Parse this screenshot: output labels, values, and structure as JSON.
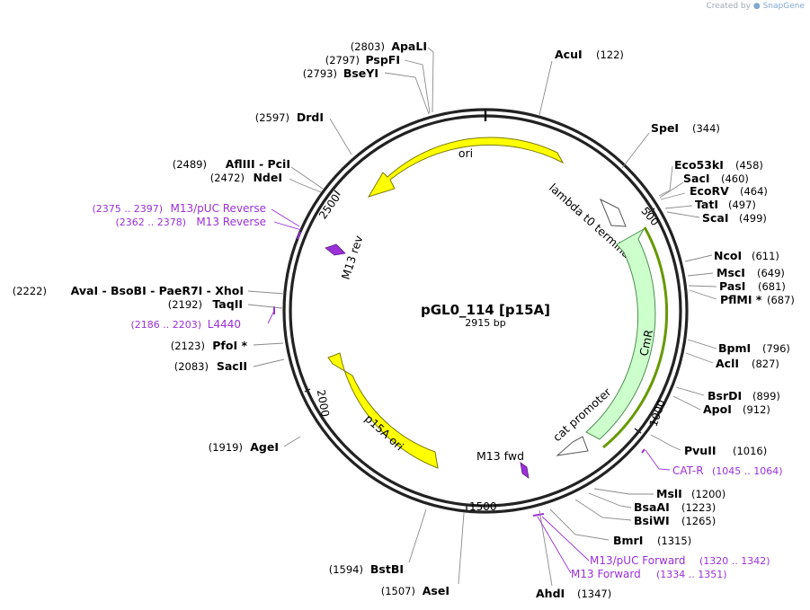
{
  "credit": {
    "prefix": "Created by",
    "brand": "SnapGene"
  },
  "plasmid": {
    "name": "pGL0_114 [p15A]",
    "length": "2915 bp"
  },
  "ticks": [
    "500",
    "1000",
    "1500",
    "2000",
    "2500"
  ],
  "features": {
    "ori": "ori",
    "lambda": "lambda t0 terminator",
    "cmr": "CmR",
    "catpromoter": "cat promoter",
    "p15a": "p15A ori",
    "m13fwd": "M13 fwd",
    "m13rev": "M13 rev"
  },
  "enzymes": [
    {
      "name": "AcuI",
      "pos": "(122)"
    },
    {
      "name": "SpeI",
      "pos": "(344)"
    },
    {
      "name": "Eco53kI",
      "pos": "(458)"
    },
    {
      "name": "SacI",
      "pos": "(460)"
    },
    {
      "name": "EcoRV",
      "pos": "(464)"
    },
    {
      "name": "TatI",
      "pos": "(497)"
    },
    {
      "name": "ScaI",
      "pos": "(499)"
    },
    {
      "name": "NcoI",
      "pos": "(611)"
    },
    {
      "name": "MscI",
      "pos": "(649)"
    },
    {
      "name": "PasI",
      "pos": "(681)"
    },
    {
      "name": "PflMI *",
      "pos": "(687)"
    },
    {
      "name": "BpmI",
      "pos": "(796)"
    },
    {
      "name": "AclI",
      "pos": "(827)"
    },
    {
      "name": "BsrDI",
      "pos": "(899)"
    },
    {
      "name": "ApoI",
      "pos": "(912)"
    },
    {
      "name": "PvuII",
      "pos": "(1016)"
    },
    {
      "name": "MslI",
      "pos": "(1200)"
    },
    {
      "name": "BsaAI",
      "pos": "(1223)"
    },
    {
      "name": "BsiWI",
      "pos": "(1265)"
    },
    {
      "name": "BmrI",
      "pos": "(1315)"
    },
    {
      "name": "AhdI",
      "pos": "(1347)"
    },
    {
      "name": "AseI",
      "pos": "(1507)"
    },
    {
      "name": "BstBI",
      "pos": "(1594)"
    },
    {
      "name": "AgeI",
      "pos": "(1919)"
    },
    {
      "name": "SacII",
      "pos": "(2083)"
    },
    {
      "name": "PfoI *",
      "pos": "(2123)"
    },
    {
      "name": "TaqII",
      "pos": "(2192)"
    },
    {
      "name": "AvaI  -  BsoBI  -  PaeR7I  -  XhoI",
      "pos": "(2222)"
    },
    {
      "name": "NdeI",
      "pos": "(2472)"
    },
    {
      "name": "AflIII  -  PciI",
      "pos": "(2489)"
    },
    {
      "name": "DrdI",
      "pos": "(2597)"
    },
    {
      "name": "BseYI",
      "pos": "(2793)"
    },
    {
      "name": "PspFI",
      "pos": "(2797)"
    },
    {
      "name": "ApaLI",
      "pos": "(2803)"
    }
  ],
  "primers": [
    {
      "name": "CAT-R",
      "pos": "(1045 .. 1064)"
    },
    {
      "name": "M13/pUC Forward",
      "pos": "(1320 .. 1342)"
    },
    {
      "name": "M13 Forward",
      "pos": "(1334 .. 1351)"
    },
    {
      "name": "L4440",
      "pos": "(2186 .. 2203)"
    },
    {
      "name": "M13 Reverse",
      "pos": "(2362 .. 2378)"
    },
    {
      "name": "M13/pUC Reverse",
      "pos": "(2375 .. 2397)"
    }
  ],
  "colors": {
    "ori": "#ffff00",
    "cmr": "#ccffcc",
    "terminator": "#ffffff",
    "primer": "#9b30d9",
    "orf_line": "#669900"
  }
}
